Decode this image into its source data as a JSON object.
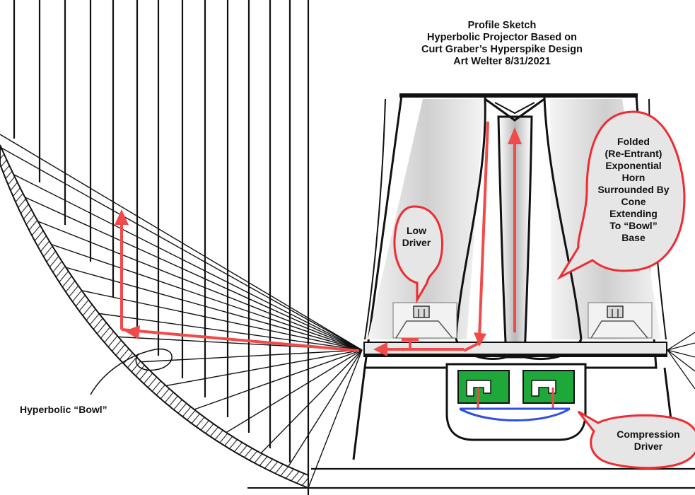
{
  "title": {
    "line1": "Profile Sketch",
    "line2": "Hyperbolic Projector Based on",
    "line3": "Curt Graber’s Hyperspike Design",
    "line4": "Art Welter 8/31/2021"
  },
  "labels": {
    "bowl": "Hyperbolic “Bowl”",
    "low_driver": [
      "Low",
      "Driver"
    ],
    "horn": [
      "Folded",
      "(Re-Entrant)",
      "Exponential",
      "Horn",
      "Surrounded By",
      "Cone",
      "Extending",
      "To “Bowl”",
      "Base"
    ],
    "compression_driver": [
      "Compression",
      "Driver"
    ]
  },
  "colors": {
    "callout_fill": "#e6e6e6",
    "callout_stroke": "#ee2b33",
    "arrow": "#f04a4a",
    "driver_green": "#1ea83a",
    "diaphragm_blue": "#2f4fe0",
    "line": "#111111"
  }
}
